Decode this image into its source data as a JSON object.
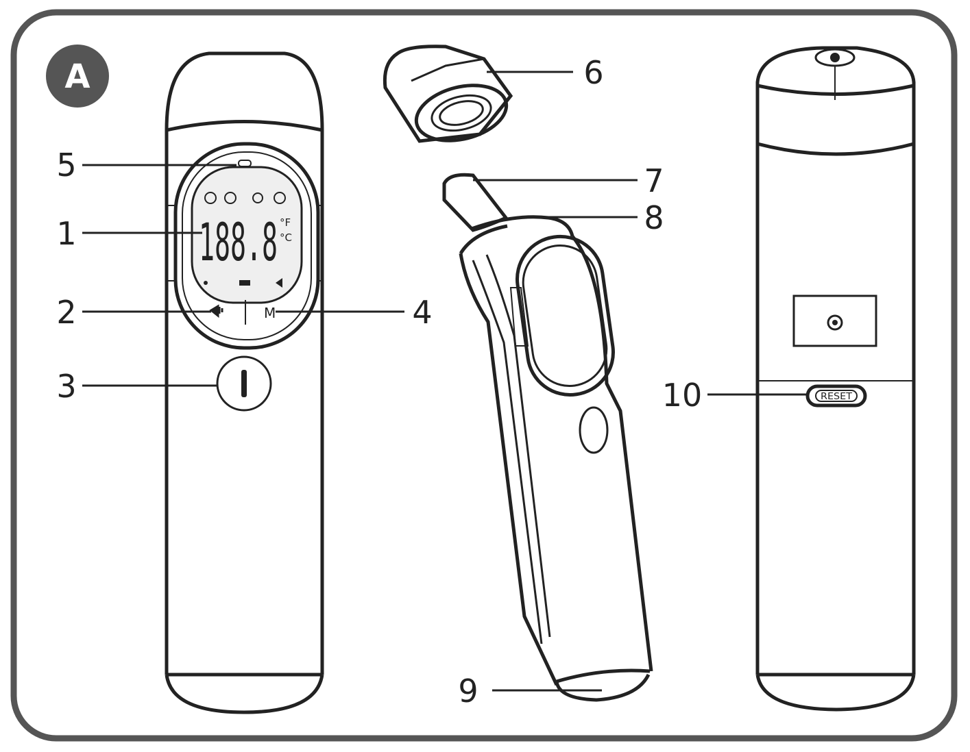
{
  "figure": {
    "panel_label": "A",
    "callouts": [
      "1",
      "2",
      "3",
      "4",
      "5",
      "6",
      "7",
      "8",
      "9",
      "10"
    ],
    "display": {
      "reading": "188.8",
      "unit_f": "°F",
      "unit_c": "°C",
      "mode_label": "M"
    },
    "rear_button_label": "RESET"
  }
}
